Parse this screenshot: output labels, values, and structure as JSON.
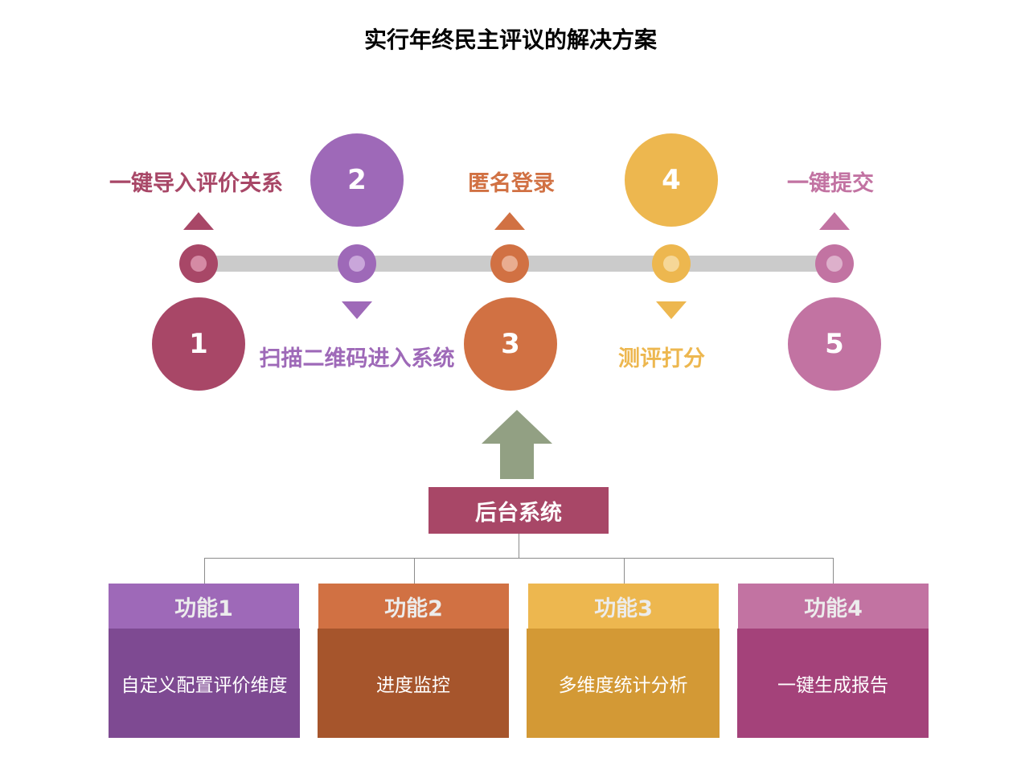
{
  "title": "实行年终民主评议的解决方案",
  "steps": [
    {
      "number": "1",
      "label": "一键导入评价关系",
      "color": "#a84767",
      "light": "#d58aa4"
    },
    {
      "number": "2",
      "label": "扫描二维码进入系统",
      "color": "#9e69b8",
      "light": "#c9a6da"
    },
    {
      "number": "3",
      "label": "匿名登录",
      "color": "#d17143",
      "light": "#e9ad90"
    },
    {
      "number": "4",
      "label": "测评打分",
      "color": "#edb74f",
      "light": "#f6d797"
    },
    {
      "number": "5",
      "label": "一键提交",
      "color": "#c273a2",
      "light": "#ddb0cb"
    }
  ],
  "backend": {
    "label": "后台系统",
    "arrow_color": "#92a083"
  },
  "functions": [
    {
      "title": "功能1",
      "desc": "自定义配置评价维度",
      "head_color": "#9e69b8",
      "body_color": "#7e4a92"
    },
    {
      "title": "功能2",
      "desc": "进度监控",
      "head_color": "#d17143",
      "body_color": "#a6552c"
    },
    {
      "title": "功能3",
      "desc": "多维度统计分析",
      "head_color": "#edb74f",
      "body_color": "#d39935"
    },
    {
      "title": "功能4",
      "desc": "一键生成报告",
      "head_color": "#c273a2",
      "body_color": "#a4427a"
    }
  ]
}
